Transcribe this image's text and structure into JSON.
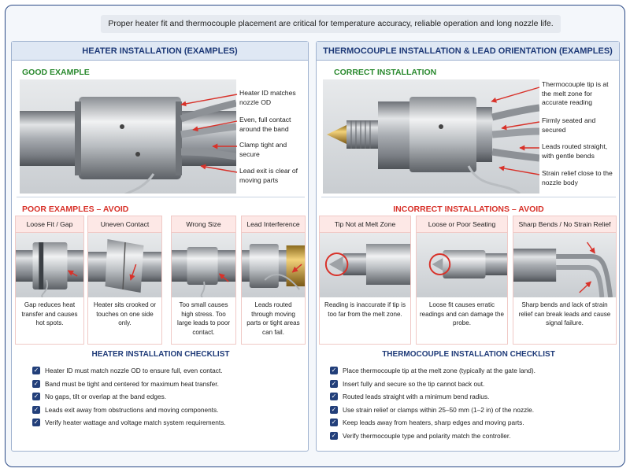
{
  "banner": "Proper heater fit and thermocouple placement are critical for temperature accuracy, reliable operation and long nozzle life.",
  "left": {
    "title": "HEATER INSTALLATION (EXAMPLES)",
    "good_title": "GOOD EXAMPLE",
    "callouts": [
      "Heater ID matches nozzle OD",
      "Even, full contact around the band",
      "Clamp tight and secure",
      "Lead exit is clear of moving parts"
    ],
    "poor_title": "POOR EXAMPLES – AVOID",
    "cards": [
      {
        "title": "Loose Fit / Gap",
        "text": "Gap reduces heat transfer and causes hot spots."
      },
      {
        "title": "Uneven Contact",
        "text": "Heater sits crooked or touches on one side only."
      },
      {
        "title": "Wrong Size",
        "text": "Too small causes high stress. Too large leads to poor contact."
      },
      {
        "title": "Lead Interference",
        "text": "Leads routed through moving parts or tight areas can fail."
      }
    ],
    "checklist_title": "HEATER INSTALLATION CHECKLIST",
    "checklist": [
      "Heater ID must match nozzle OD to ensure full, even contact.",
      "Band must be tight and centered for maximum heat transfer.",
      "No gaps, tilt or overlap at the band edges.",
      "Leads exit away from obstructions and moving components.",
      "Verify heater wattage and voltage match system requirements."
    ]
  },
  "right": {
    "title": "THERMOCOUPLE INSTALLATION & LEAD ORIENTATION (EXAMPLES)",
    "good_title": "CORRECT INSTALLATION",
    "callouts": [
      "Thermocouple tip is at the melt zone for accurate reading",
      "Firmly seated and secured",
      "Leads routed straight, with gentle bends",
      "Strain relief close to the nozzle body"
    ],
    "poor_title": "INCORRECT INSTALLATIONS – AVOID",
    "cards": [
      {
        "title": "Tip Not at Melt Zone",
        "text": "Reading is inaccurate if tip is too far from the melt zone."
      },
      {
        "title": "Loose or Poor Seating",
        "text": "Loose fit causes erratic readings and can damage the probe."
      },
      {
        "title": "Sharp Bends / No Strain Relief",
        "text": "Sharp bends and lack of strain relief can break leads and cause signal failure."
      }
    ],
    "checklist_title": "THERMOCOUPLE INSTALLATION CHECKLIST",
    "checklist": [
      "Place thermocouple tip at the melt zone (typically at the gate land).",
      "Insert fully and secure so the tip cannot back out.",
      "Routed leads straight with a minimum bend radius.",
      "Use strain relief or clamps within 25–50 mm (1–2 in) of the nozzle.",
      "Keep leads away from heaters, sharp edges and moving parts.",
      "Verify thermocouple type and polarity match the controller."
    ]
  },
  "icons": {
    "check": "checkbox-check-icon"
  },
  "colors": {
    "good": "#2b8a2f",
    "bad": "#d8322a",
    "heading": "#1e3a78",
    "checkbox": "#223f7a"
  }
}
